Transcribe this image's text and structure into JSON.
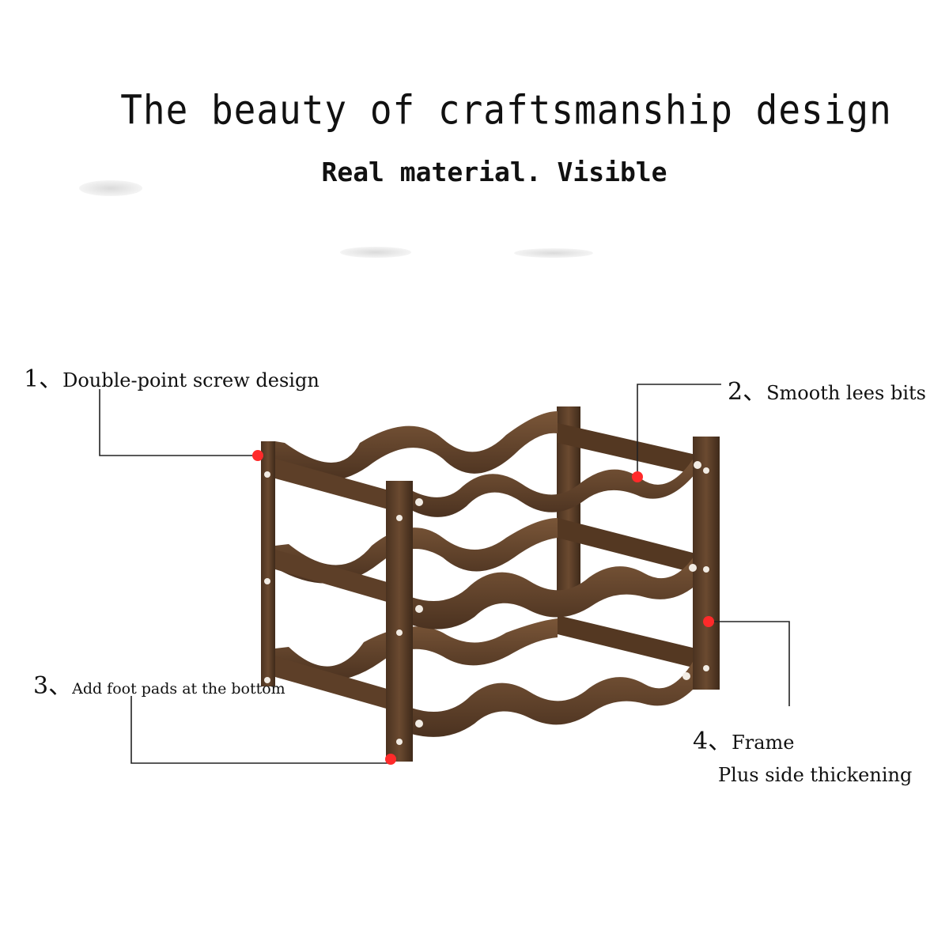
{
  "headline": {
    "title": "The beauty of craftsmanship design",
    "subtitle": "Real material. Visible"
  },
  "callouts": [
    {
      "number": "1、",
      "text": "Double-point screw design"
    },
    {
      "number": "2、",
      "text": "Smooth lees bits"
    },
    {
      "number": "3、",
      "text": "Add foot pads at the bottom"
    },
    {
      "number": "4、",
      "text": "Frame",
      "subtext": "Plus side thickening"
    }
  ],
  "product": {
    "name": "wine-rack-icon",
    "wood_color": "#5a3d26",
    "marker_color": "#ff2a2a"
  }
}
